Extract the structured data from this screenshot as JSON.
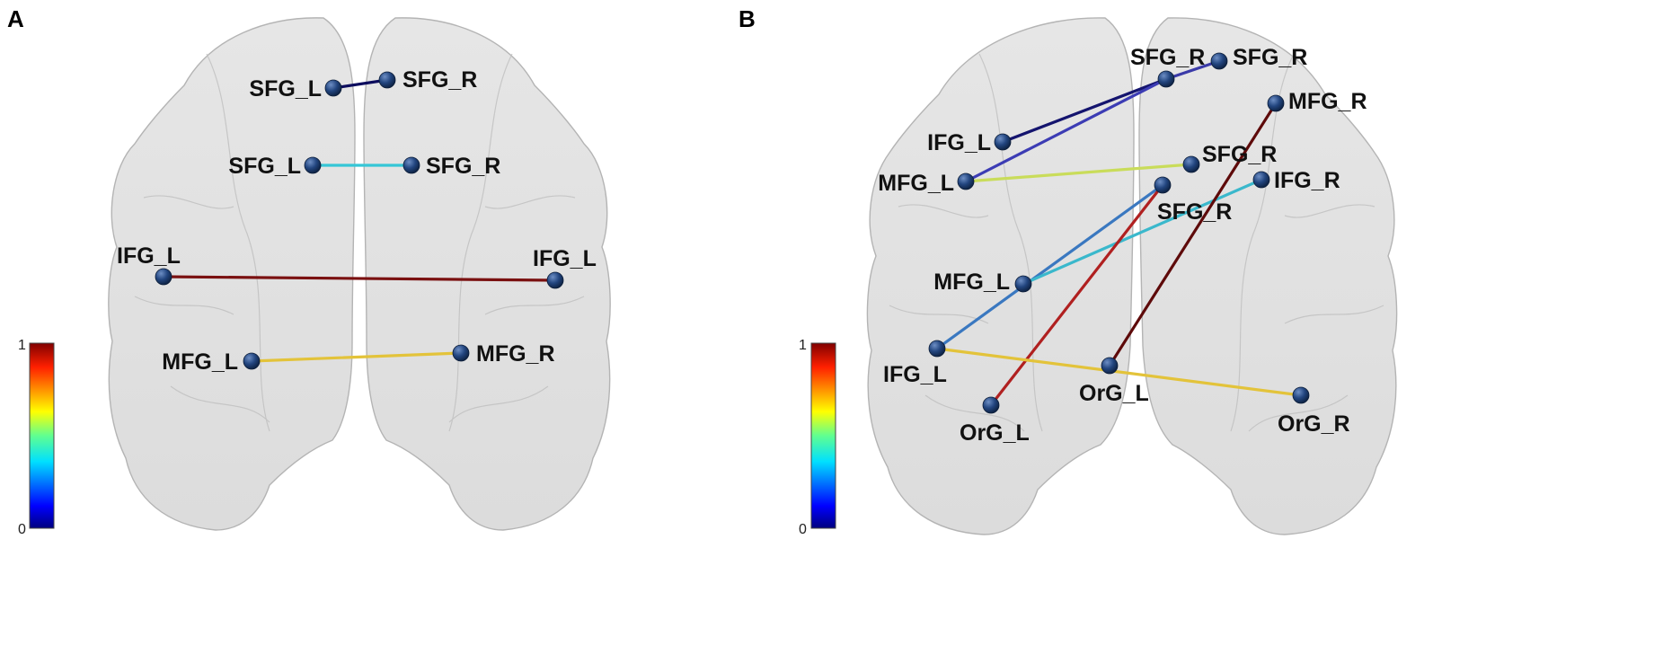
{
  "colorbar": {
    "min_label": "0",
    "max_label": "1"
  },
  "panels": [
    {
      "letter": "A",
      "nodes": [
        {
          "id": "a1",
          "label": "SFG_L"
        },
        {
          "id": "a2",
          "label": "SFG_R"
        },
        {
          "id": "a3",
          "label": "SFG_L"
        },
        {
          "id": "a4",
          "label": "SFG_R"
        },
        {
          "id": "a5",
          "label": "IFG_L"
        },
        {
          "id": "a6",
          "label": "IFG_L"
        },
        {
          "id": "a7",
          "label": "MFG_L"
        },
        {
          "id": "a8",
          "label": "MFG_R"
        }
      ],
      "edges": [
        {
          "from": "a1",
          "to": "a2",
          "weight": 0.02,
          "color": "#0d0d5e"
        },
        {
          "from": "a3",
          "to": "a4",
          "weight": 0.4,
          "color": "#35c6d6"
        },
        {
          "from": "a5",
          "to": "a6",
          "weight": 0.97,
          "color": "#7a1010"
        },
        {
          "from": "a7",
          "to": "a8",
          "weight": 0.65,
          "color": "#e3c33a"
        }
      ]
    },
    {
      "letter": "B",
      "nodes": [
        {
          "id": "b1",
          "label": "SFG_R"
        },
        {
          "id": "b2",
          "label": "SFG_R"
        },
        {
          "id": "b3",
          "label": "MFG_R"
        },
        {
          "id": "b4",
          "label": "IFG_L"
        },
        {
          "id": "b5",
          "label": "MFG_L"
        },
        {
          "id": "b6",
          "label": "SFG_R"
        },
        {
          "id": "b7",
          "label": "IFG_R"
        },
        {
          "id": "b8",
          "label": "SFG_R"
        },
        {
          "id": "b9",
          "label": "MFG_L"
        },
        {
          "id": "b10",
          "label": "IFG_L"
        },
        {
          "id": "b11",
          "label": "OrG_L"
        },
        {
          "id": "b12",
          "label": "OrG_L"
        },
        {
          "id": "b13",
          "label": "OrG_R"
        }
      ],
      "edges": [
        {
          "from": "b1",
          "to": "b2",
          "weight": 0.1,
          "color": "#3a3aa8"
        },
        {
          "from": "b1",
          "to": "b4",
          "weight": 0.05,
          "color": "#14146e"
        },
        {
          "from": "b1",
          "to": "b5",
          "weight": 0.12,
          "color": "#3c3cb4"
        },
        {
          "from": "b5",
          "to": "b6",
          "weight": 0.6,
          "color": "#c9dc5a"
        },
        {
          "from": "b8",
          "to": "b10",
          "weight": 0.25,
          "color": "#3a78c0"
        },
        {
          "from": "b7",
          "to": "b9",
          "weight": 0.4,
          "color": "#3ab8cc"
        },
        {
          "from": "b8",
          "to": "b11",
          "weight": 0.95,
          "color": "#b02020"
        },
        {
          "from": "b3",
          "to": "b12",
          "weight": 1.0,
          "color": "#5e0a0a"
        },
        {
          "from": "b10",
          "to": "b13",
          "weight": 0.65,
          "color": "#e3c33a"
        }
      ]
    }
  ]
}
